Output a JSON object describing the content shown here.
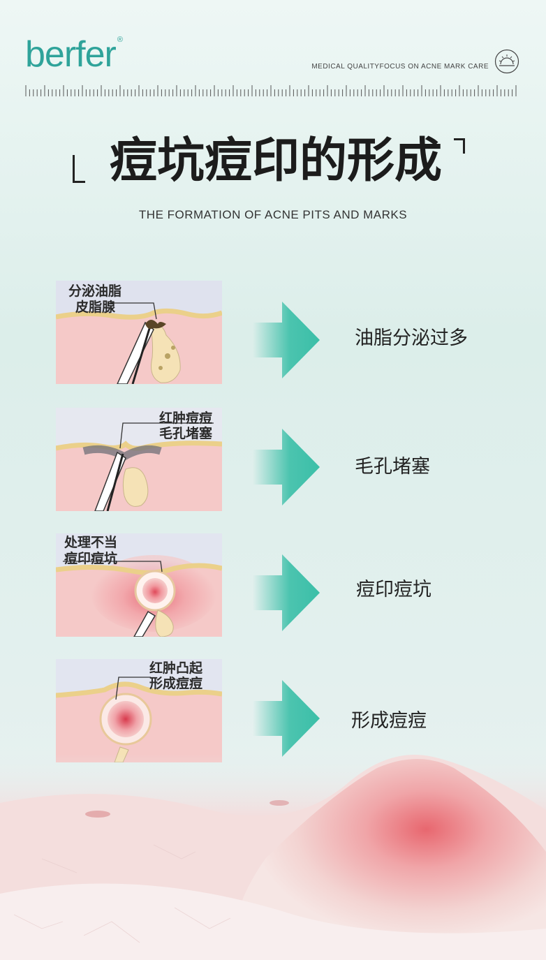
{
  "brand": {
    "name": "berfer",
    "registered": "®",
    "tagline": "MEDICAL QUALITYFOCUS ON ACNE MARK CARE",
    "icon": "sunrise-icon",
    "color": "#2fa39a"
  },
  "title": "痘坑痘印的形成",
  "subtitle": "THE FORMATION OF ACNE PITS AND MARKS",
  "steps": [
    {
      "panel_line1": "分泌油脂",
      "panel_line2": "皮脂腺",
      "label": "油脂分泌过多"
    },
    {
      "panel_line1": "红肿痘痘",
      "panel_line2": "毛孔堵塞",
      "label": "毛孔堵塞"
    },
    {
      "panel_line1": "处理不当",
      "panel_line2": "痘印痘坑",
      "label": "痘印痘坑"
    },
    {
      "panel_line1": "红肿凸起",
      "panel_line2": "形成痘痘",
      "label": "形成痘痘"
    }
  ],
  "colors": {
    "arrow": "#3bbfa8",
    "skin": "#f3c4c4",
    "fat": "#f2dc96",
    "inflamed": "#d94c5c"
  }
}
